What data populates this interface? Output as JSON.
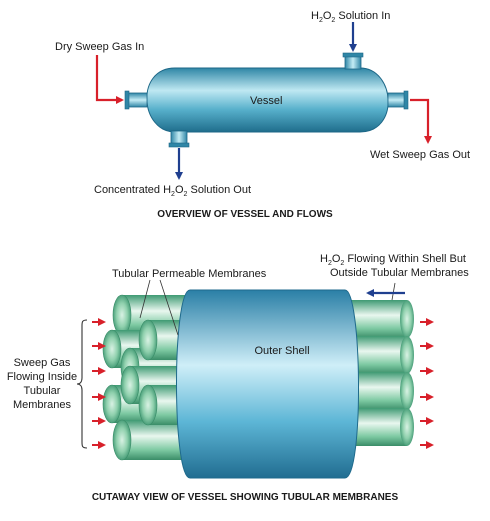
{
  "top": {
    "h2o2_in": {
      "pre": "H",
      "sub1": "2",
      "mid": "O",
      "sub2": "2",
      "post": " Solution In"
    },
    "dry_sweep_in": "Dry Sweep Gas In",
    "vessel": "Vessel",
    "wet_sweep_out": "Wet Sweep Gas Out",
    "conc_out": {
      "pre": "Concentrated H",
      "sub1": "2",
      "mid": "O",
      "sub2": "2",
      "post": " Solution Out"
    },
    "caption": "OVERVIEW OF VESSEL AND FLOWS"
  },
  "bottom": {
    "tubular_membranes": "Tubular Permeable Membranes",
    "h2o2_flow": {
      "line1": {
        "pre": "H",
        "sub1": "2",
        "mid": "O",
        "sub2": "2",
        "post": " Flowing Within Shell But"
      },
      "line2": "Outside Tubular Membranes"
    },
    "sweep_gas_lines": [
      "Sweep Gas",
      "Flowing Inside",
      "Tubular",
      "Membranes"
    ],
    "outer_shell": "Outer Shell",
    "caption": "CUTAWAY VIEW OF VESSEL SHOWING TUBULAR MEMBRANES"
  },
  "colors": {
    "vessel": "#4fa9c4",
    "tube": "#6fc19a",
    "arrow_in": "#d8202a",
    "arrow_blue": "#1f3f8f"
  }
}
